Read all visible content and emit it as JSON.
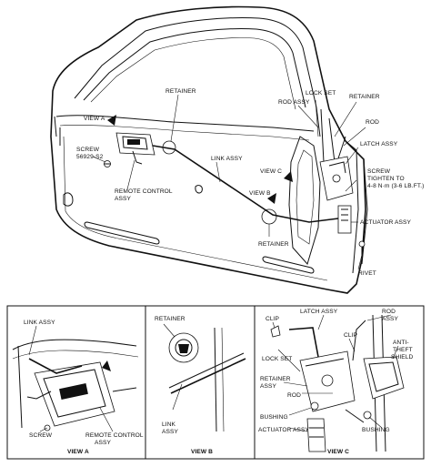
{
  "main_view": {
    "labels": {
      "retainer_top": "RETAINER",
      "lock_set": "LOCK SET",
      "retainer_right": "RETAINER",
      "rod_assy": "ROD ASSY",
      "rod": "ROD",
      "latch_assy": "LATCH ASSY",
      "view_a": "VIEW A",
      "screw_line1": "SCREW",
      "screw_line2": "56929-S2",
      "link_assy": "LINK ASSY",
      "view_c": "VIEW C",
      "screw_tighten_line1": "SCREW",
      "screw_tighten_line2": "TIGHTEN TO",
      "screw_tighten_line3": "4-8 N·m (3-6 LB.FT.)",
      "remote_control_line1": "REMOTE CONTROL",
      "remote_control_line2": "ASSY",
      "view_b": "VIEW B",
      "actuator_assy": "ACTUATOR ASSY",
      "retainer_bottom": "RETAINER",
      "rivet": "RIVET"
    }
  },
  "view_a": {
    "title": "VIEW A",
    "labels": {
      "link_assy": "LINK ASSY",
      "screw": "SCREW",
      "remote_control": "REMOTE CONTROL",
      "assy": "ASSY"
    }
  },
  "view_b": {
    "title": "VIEW B",
    "labels": {
      "retainer": "RETAINER",
      "link": "LINK",
      "assy": "ASSY"
    }
  },
  "view_c": {
    "title": "VIEW C",
    "labels": {
      "clip_top": "CLIP",
      "latch_assy": "LATCH ASSY",
      "rod_line1": "ROD",
      "rod_line2": "ASSY",
      "clip_right": "CLIP",
      "lock_set": "LOCK SET",
      "anti_line1": "ANTI-",
      "anti_line2": "THEFT",
      "anti_line3": "SHIELD",
      "retainer_line1": "RETAINER",
      "retainer_line2": "ASSY",
      "rod": "ROD",
      "bushing_left": "BUSHING",
      "actuator_assy": "ACTUATOR ASSY",
      "bushing_right": "BUSHING"
    }
  }
}
